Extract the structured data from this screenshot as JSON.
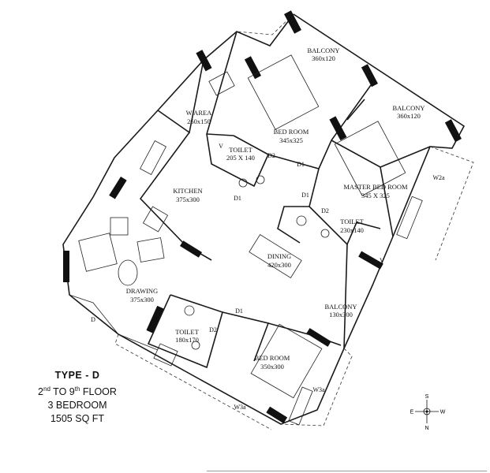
{
  "rooms": {
    "balcony_top": {
      "name": "BALCONY",
      "dim": "360x120"
    },
    "balcony_right": {
      "name": "BALCONY",
      "dim": "360x120"
    },
    "w_area": {
      "name": "W AREA",
      "dim": "260x150"
    },
    "bed_room_1": {
      "name": "BED ROOM",
      "dim": "345x325"
    },
    "toilet_1": {
      "name": "TOILET",
      "dim": "205 X 140"
    },
    "master_bed": {
      "name": "MASTER BED ROOM",
      "dim": "345 X 325"
    },
    "kitchen": {
      "name": "KITCHEN",
      "dim": "375x300"
    },
    "toilet_2": {
      "name": "TOILET",
      "dim": "230x140"
    },
    "dining": {
      "name": "DINING",
      "dim": "420x300"
    },
    "drawing": {
      "name": "DRAWING",
      "dim": "375x300"
    },
    "balcony_mid": {
      "name": "BALCONY",
      "dim": "130x300"
    },
    "toilet_3": {
      "name": "TOILET",
      "dim": "180x170"
    },
    "bed_room_2": {
      "name": "BED ROOM",
      "dim": "350x300"
    }
  },
  "tags": {
    "d2_a": "D2",
    "d1_a": "D1",
    "d1_b": "D1",
    "d1_c": "D1",
    "d2_b": "D2",
    "d1_d": "D1",
    "d2_c": "D2",
    "d_main": "D",
    "w2a": "W2a",
    "w3a_a": "W3a",
    "w3a_b": "W3a",
    "v_a": "V",
    "v_b": "V"
  },
  "info": {
    "type": "TYPE -  D",
    "floor_ordinal_start": "2",
    "floor_sup_start": "nd",
    "floor_mid": " TO 9",
    "floor_sup_end": "th",
    "floor_end": " FLOOR",
    "bedrooms": "3 BEDROOM",
    "area": "1505 SQ FT"
  },
  "compass": {
    "n": "N",
    "s": "S",
    "e": "E",
    "w": "W"
  }
}
